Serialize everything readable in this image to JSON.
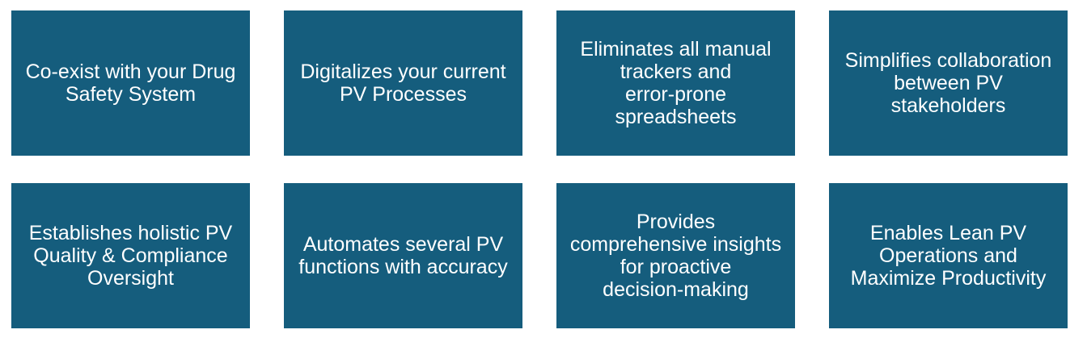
{
  "colors": {
    "tile_background": "#155d7d",
    "tile_text": "#ffffff",
    "page_background": "#ffffff"
  },
  "tiles": [
    {
      "text": "Co-exist with your Drug\nSafety System"
    },
    {
      "text": "Digitalizes your current\nPV Processes"
    },
    {
      "text": "Eliminates all manual\ntrackers and\nerror-prone\nspreadsheets"
    },
    {
      "text": "Simplifies collaboration\nbetween PV\nstakeholders"
    },
    {
      "text": "Establishes holistic PV\nQuality & Compliance\nOversight"
    },
    {
      "text": "Automates several PV\nfunctions with accuracy"
    },
    {
      "text": "Provides\ncomprehensive insights\nfor proactive\ndecision-making"
    },
    {
      "text": "Enables Lean PV\nOperations and\nMaximize Productivity"
    }
  ]
}
